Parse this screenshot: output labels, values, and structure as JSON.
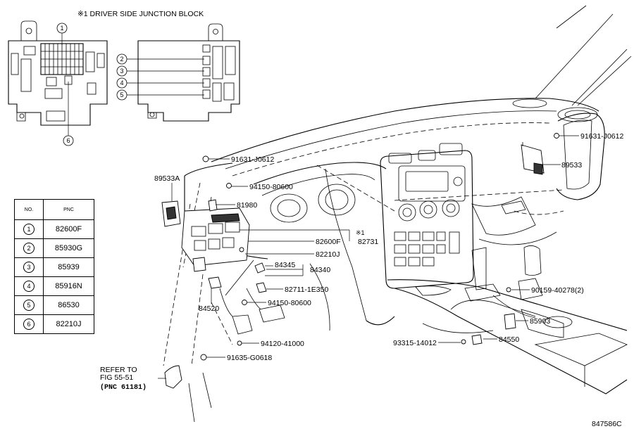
{
  "header": {
    "junction_block_title": "※1 DRIVER SIDE JUNCTION BLOCK"
  },
  "callouts": {
    "c1": "1",
    "c2": "2",
    "c3": "3",
    "c4": "4",
    "c5": "5",
    "c6": "6"
  },
  "table": {
    "col_no": "NO.",
    "col_pnc": "PNC",
    "rows": [
      {
        "no": "1",
        "pnc": "82600F"
      },
      {
        "no": "2",
        "pnc": "85930G"
      },
      {
        "no": "3",
        "pnc": "85939"
      },
      {
        "no": "4",
        "pnc": "85916N"
      },
      {
        "no": "5",
        "pnc": "86530"
      },
      {
        "no": "6",
        "pnc": "82210J"
      }
    ]
  },
  "labels": {
    "p91631_left": "91631-J0612",
    "p91631_right": "91631-J0612",
    "p89533a": "89533A",
    "p89533": "89533",
    "p94150_top": "94150-80600",
    "p81980": "81980",
    "ref_mark": "※1",
    "p82600f": "82600F",
    "p82731": "82731",
    "p82210j": "82210J",
    "p84345": "84345",
    "p84340": "84340",
    "p82711": "82711-1E350",
    "p94150_bot": "94150-80600",
    "p84520": "84520",
    "p90159": "90159-40278(2)",
    "p85903": "85903",
    "p93315": "93315-14012",
    "p84550": "84550",
    "p94120": "94120-41000",
    "p91635": "91635-G0618",
    "refer_line1": "REFER TO",
    "refer_line2": "FIG 55-51",
    "refer_line3": "(PNC 61181)",
    "figure_id": "847586C"
  }
}
